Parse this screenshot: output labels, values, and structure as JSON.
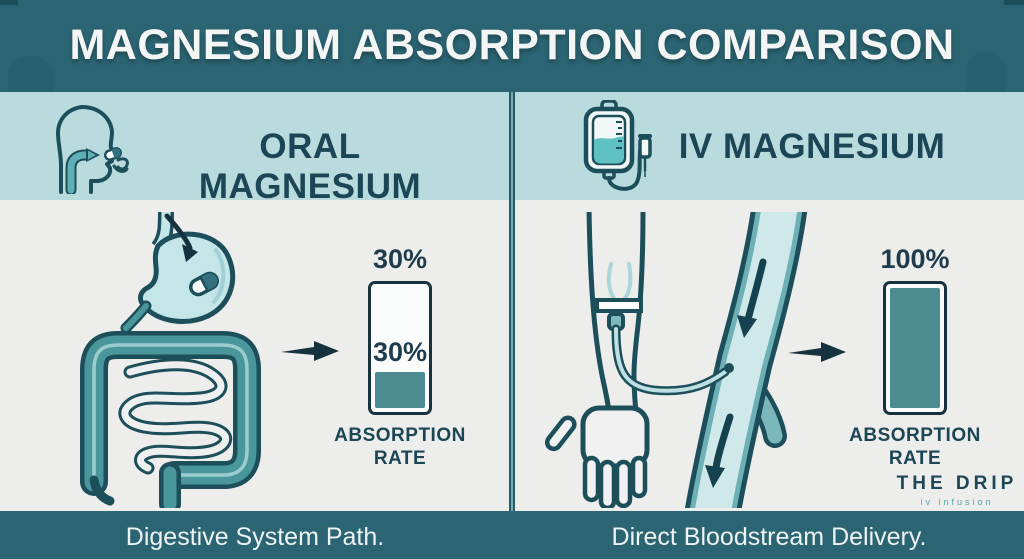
{
  "title": "MAGNESIUM ABSORPTION COMPARISON",
  "columns": {
    "left": {
      "header": "ORAL MAGNESIUM",
      "icon": "head-swallowing-pill-icon",
      "illustration": "digestive-system-illustration",
      "bar_label": "30%",
      "bar_inner_label": "30%",
      "caption_line1": "ABSORPTION",
      "caption_line2": "RATE",
      "footer": "Digestive System Path."
    },
    "right": {
      "header": "IV MAGNESIUM",
      "icon": "iv-bag-icon",
      "illustration": "arm-iv-bloodstream-illustration",
      "bar_label": "100%",
      "caption_line1": "ABSORPTION",
      "caption_line2": "RATE",
      "footer": "Direct Bloodstream Delivery.",
      "logo_name": "THE DRIP",
      "logo_tagline": "iv infusion"
    }
  },
  "chart_data": {
    "type": "bar",
    "categories": [
      "Oral Magnesium",
      "IV Magnesium"
    ],
    "values": [
      30,
      100
    ],
    "unit": "%",
    "title": "Magnesium Absorption Comparison",
    "ylabel": "Absorption Rate",
    "ylim": [
      0,
      100
    ],
    "bar_color": "#4d8c91",
    "grid": false,
    "legend": false
  },
  "colors": {
    "banner_bg": "#2b6472",
    "band_bg": "#b9dbde",
    "content_bg": "#ededec",
    "dark_text": "#1c4655",
    "bar_outline": "#16323f",
    "bar_fill": "#4d8c91",
    "footer_text": "#eef3f3",
    "illustration_dark": "#1d4f5b",
    "illustration_teal": "#49969b",
    "illustration_light_teal": "#c5e6e8"
  }
}
